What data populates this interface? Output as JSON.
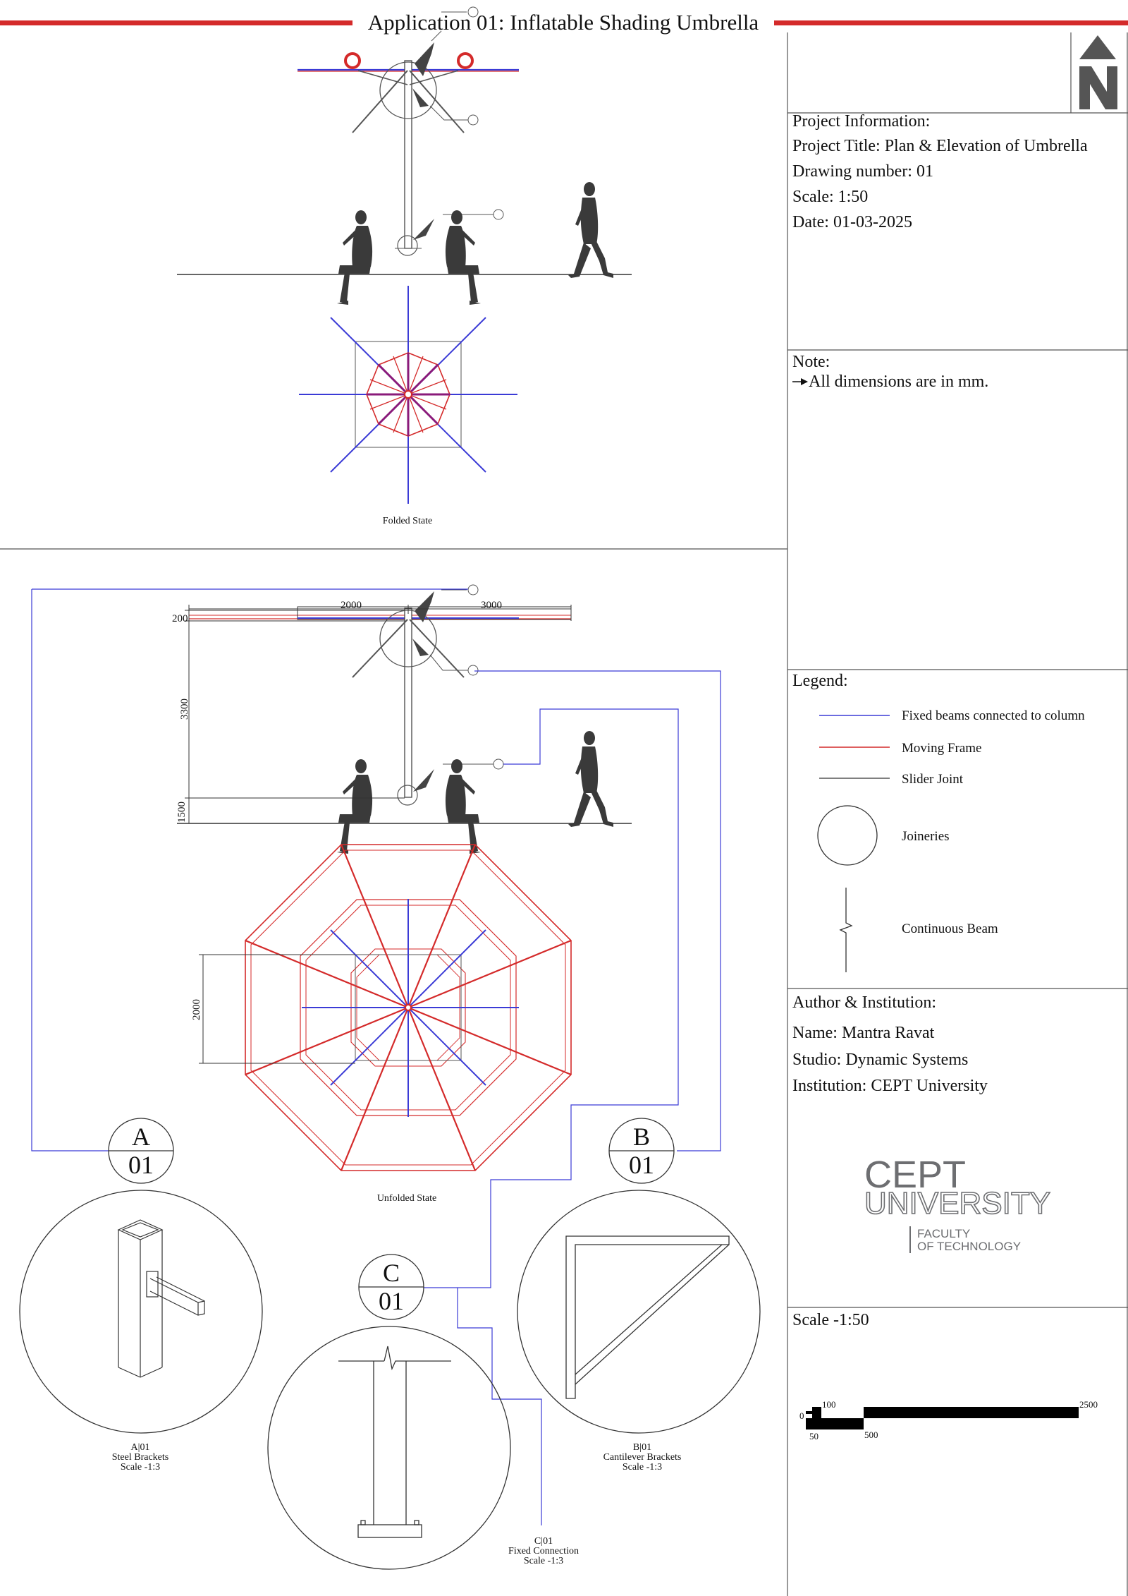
{
  "header": {
    "title": "Application 01: Inflatable Shading Umbrella",
    "accent_color": "#d42a2a"
  },
  "north_arrow": {
    "label": "N",
    "icon": "north-arrow-icon"
  },
  "project_info": {
    "heading": "Project Information:",
    "title": "Project Title: Plan & Elevation of Umbrella",
    "drawing_number": "Drawing number: 01",
    "scale": "Scale: 1:50",
    "date": "Date: 01-03-2025"
  },
  "note": {
    "heading": "Note:",
    "text": "All dimensions are in mm."
  },
  "legend": {
    "heading": "Legend:",
    "items": [
      {
        "label": "Fixed beams connected to column",
        "color": "#3b3bd6"
      },
      {
        "label": "Moving Frame",
        "color": "#d42a2a"
      },
      {
        "label": "Slider Joint",
        "color": "#555555"
      },
      {
        "label": "Joineries",
        "icon": "circle-icon"
      },
      {
        "label": "Continuous Beam",
        "icon": "break-line-icon"
      }
    ]
  },
  "author": {
    "heading": "Author & Institution:",
    "name": "Name: Mantra Ravat",
    "studio": "Studio: Dynamic Systems",
    "institution": "Institution: CEPT University"
  },
  "logo": {
    "line1": "CEPT",
    "line2": "UNIVERSITY",
    "line3": "FACULTY",
    "line4": "OF TECHNOLOGY"
  },
  "scale_bar": {
    "heading": "Scale -1:50",
    "ticks": [
      "0",
      "50",
      "100",
      "500",
      "2500"
    ]
  },
  "drawings": {
    "folded_label": "Folded State",
    "unfolded_label": "Unfolded State",
    "dimensions": {
      "left_span": "2000",
      "right_span": "3000",
      "canopy_depth": "200",
      "column_height": "3300",
      "base_height": "1500",
      "plan_width": "2000"
    }
  },
  "details": [
    {
      "letter": "A",
      "number": "01",
      "caption_id": "A|01",
      "caption_name": "Steel Brackets",
      "caption_scale": "Scale -1:3"
    },
    {
      "letter": "B",
      "number": "01",
      "caption_id": "B|01",
      "caption_name": "Cantilever Brackets",
      "caption_scale": "Scale -1:3"
    },
    {
      "letter": "C",
      "number": "01",
      "caption_id": "C|01",
      "caption_name": "Fixed Connection",
      "caption_scale": "Scale -1:3"
    }
  ]
}
